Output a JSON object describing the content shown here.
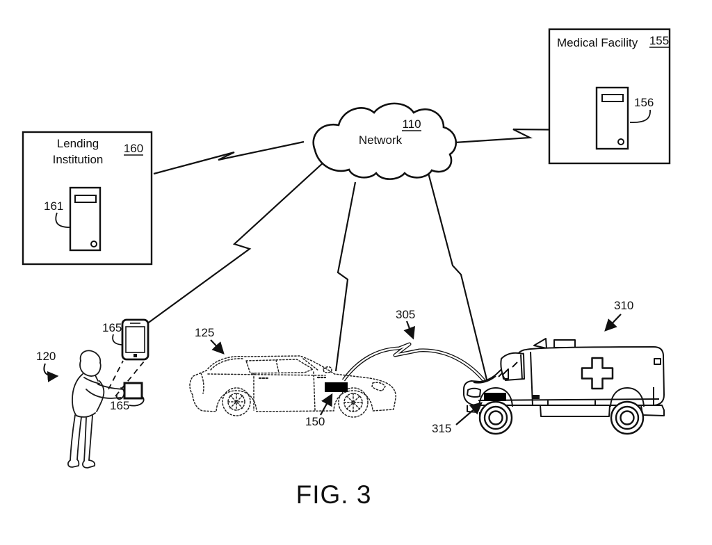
{
  "figure": {
    "caption": "FIG. 3"
  },
  "colors": {
    "ink": "#111111",
    "paper": "#ffffff",
    "device_fill": "#000000"
  },
  "network_cloud": {
    "label": "Network",
    "ref": "110"
  },
  "medical_facility": {
    "title": "Medical Facility",
    "ref": "155",
    "server": {
      "ref": "156",
      "icon": "server-tower-icon"
    }
  },
  "lending_institution": {
    "title_line1": "Lending",
    "title_line2": "Institution",
    "ref": "160",
    "server": {
      "ref": "161",
      "icon": "server-tower-icon"
    }
  },
  "user": {
    "ref": "120",
    "icon": "person-figure"
  },
  "mobile_device": {
    "ref": "165",
    "icon": "smartphone-icon"
  },
  "passenger_vehicle": {
    "ref": "125",
    "device": {
      "ref": "150"
    },
    "icon": "car-icon"
  },
  "vehicle_link": {
    "ref": "305"
  },
  "ambulance": {
    "ref": "310",
    "device": {
      "ref": "315"
    },
    "icon": "ambulance-icon"
  }
}
